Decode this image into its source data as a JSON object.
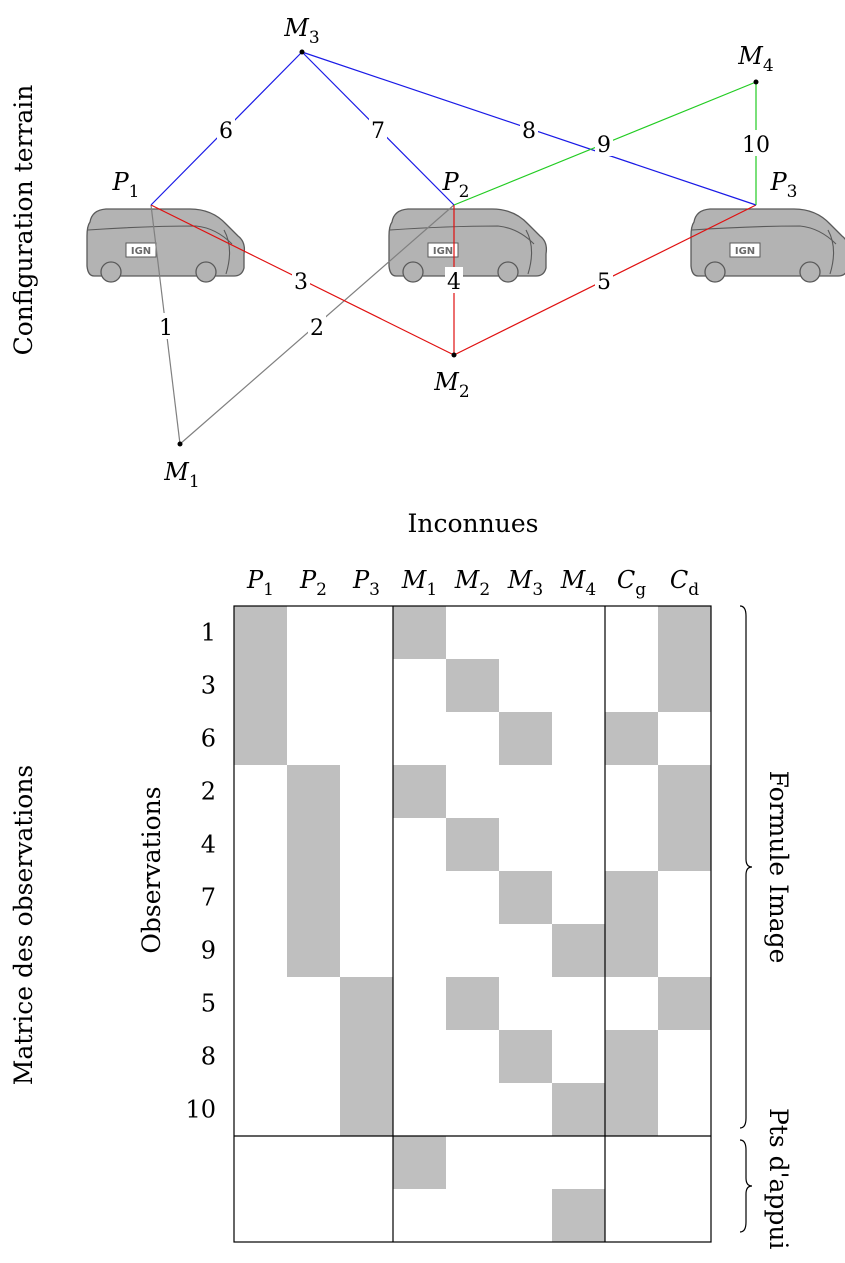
{
  "configuration": {
    "side_label": "Configuration terrain",
    "vehicles": [
      {
        "id": "P1",
        "name": "P",
        "sub": "1",
        "badge": "IGN"
      },
      {
        "id": "P2",
        "name": "P",
        "sub": "2",
        "badge": "IGN"
      },
      {
        "id": "P3",
        "name": "P",
        "sub": "3",
        "badge": "IGN"
      }
    ],
    "points": [
      {
        "id": "M1",
        "name": "M",
        "sub": "1"
      },
      {
        "id": "M2",
        "name": "M",
        "sub": "2"
      },
      {
        "id": "M3",
        "name": "M",
        "sub": "3"
      },
      {
        "id": "M4",
        "name": "M",
        "sub": "4"
      }
    ],
    "observations": [
      {
        "num": "1",
        "from": "P1",
        "to": "M1",
        "color": "#808080"
      },
      {
        "num": "2",
        "from": "P2",
        "to": "M1",
        "color": "#808080"
      },
      {
        "num": "3",
        "from": "P1",
        "to": "M2",
        "color": "#e01010"
      },
      {
        "num": "4",
        "from": "P2",
        "to": "M2",
        "color": "#e01010"
      },
      {
        "num": "5",
        "from": "P3",
        "to": "M2",
        "color": "#e01010"
      },
      {
        "num": "6",
        "from": "P1",
        "to": "M3",
        "color": "#1a1ae6"
      },
      {
        "num": "7",
        "from": "P2",
        "to": "M3",
        "color": "#1a1ae6"
      },
      {
        "num": "8",
        "from": "P3",
        "to": "M3",
        "color": "#1a1ae6"
      },
      {
        "num": "9",
        "from": "P2",
        "to": "M4",
        "color": "#22cc22"
      },
      {
        "num": "10",
        "from": "P3",
        "to": "M4",
        "color": "#22cc22"
      }
    ],
    "colors": {
      "vehicle_fill": "#b3b3b3",
      "vehicle_stroke": "#5a5a5a",
      "badge_text": "#6a6a6a",
      "badge_accent": "#7ab648"
    }
  },
  "matrix": {
    "side_label": "Matrice des observations",
    "header_title": "Inconnues",
    "row_axis_label": "Observations",
    "columns": [
      {
        "name": "P",
        "sub": "1"
      },
      {
        "name": "P",
        "sub": "2"
      },
      {
        "name": "P",
        "sub": "3"
      },
      {
        "name": "M",
        "sub": "1"
      },
      {
        "name": "M",
        "sub": "2"
      },
      {
        "name": "M",
        "sub": "3"
      },
      {
        "name": "M",
        "sub": "4"
      },
      {
        "name": "C",
        "sub": "g"
      },
      {
        "name": "C",
        "sub": "d"
      }
    ],
    "rows": [
      {
        "label": "1",
        "cells": [
          1,
          0,
          0,
          1,
          0,
          0,
          0,
          0,
          1
        ]
      },
      {
        "label": "3",
        "cells": [
          1,
          0,
          0,
          0,
          1,
          0,
          0,
          0,
          1
        ]
      },
      {
        "label": "6",
        "cells": [
          1,
          0,
          0,
          0,
          0,
          1,
          0,
          1,
          0
        ]
      },
      {
        "label": "2",
        "cells": [
          0,
          1,
          0,
          1,
          0,
          0,
          0,
          0,
          1
        ]
      },
      {
        "label": "4",
        "cells": [
          0,
          1,
          0,
          0,
          1,
          0,
          0,
          0,
          1
        ]
      },
      {
        "label": "7",
        "cells": [
          0,
          1,
          0,
          0,
          0,
          1,
          0,
          1,
          0
        ]
      },
      {
        "label": "9",
        "cells": [
          0,
          1,
          0,
          0,
          0,
          0,
          1,
          1,
          0
        ]
      },
      {
        "label": "5",
        "cells": [
          0,
          0,
          1,
          0,
          1,
          0,
          0,
          0,
          1
        ]
      },
      {
        "label": "8",
        "cells": [
          0,
          0,
          1,
          0,
          0,
          1,
          0,
          1,
          0
        ]
      },
      {
        "label": "10",
        "cells": [
          0,
          0,
          1,
          0,
          0,
          0,
          1,
          1,
          0
        ]
      },
      {
        "label": "",
        "cells": [
          0,
          0,
          0,
          1,
          0,
          0,
          0,
          0,
          0
        ]
      },
      {
        "label": "",
        "cells": [
          0,
          0,
          0,
          0,
          0,
          0,
          1,
          0,
          0
        ]
      }
    ],
    "group_labels": [
      "Formule Image",
      "Pts d'appui"
    ],
    "fill_color": "#bfbfbf"
  }
}
